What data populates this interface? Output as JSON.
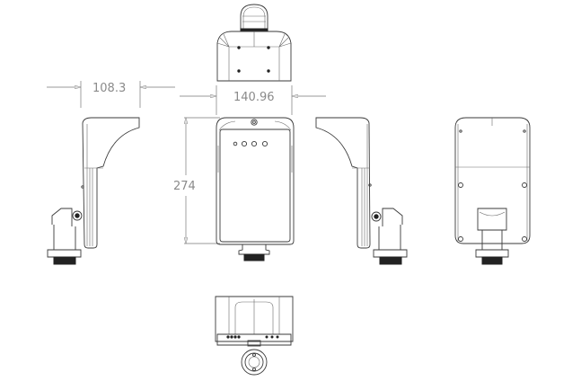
{
  "drawing": {
    "type": "orthographic technical drawing",
    "views": [
      "top-view",
      "left-side-view",
      "front-view",
      "right-side-view",
      "rear-view",
      "bottom-view"
    ],
    "dimensions": {
      "depth": "108.3",
      "width": "140.96",
      "height": "274"
    },
    "front_panel": {
      "indicator_count": 4
    },
    "colors": {
      "line": "#3a3a3a",
      "dimension_text": "#8a8a8a",
      "background": "#ffffff"
    }
  }
}
